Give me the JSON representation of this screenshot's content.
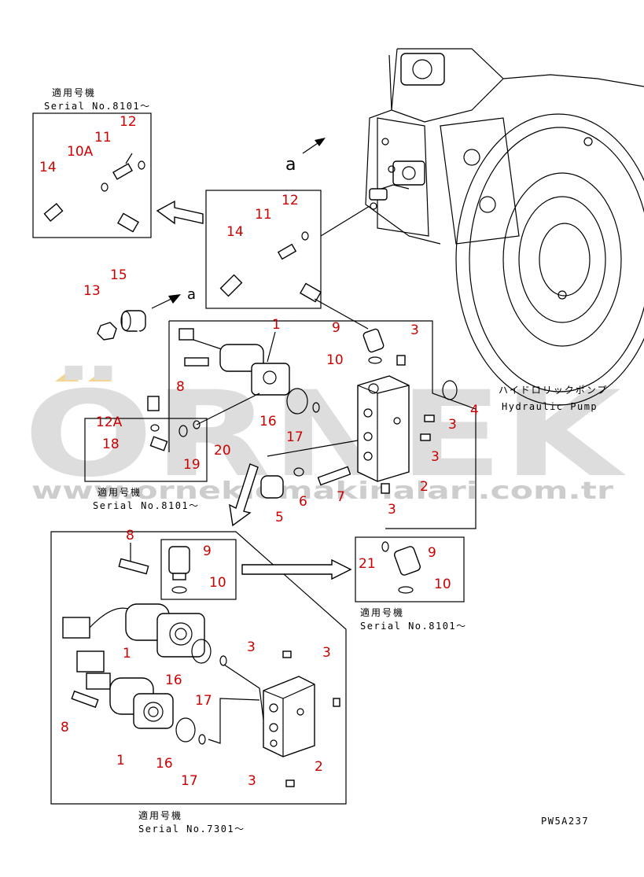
{
  "drawing_code": "PW5A237",
  "direction_label": "a",
  "pump_label_jp": "ハイドロリックポンプ",
  "pump_label_en": "Hydraulic Pump",
  "watermark": {
    "brand": "ÖRNEK",
    "url": "www.ornekiomakinalari.com.tr",
    "brand_color": "#d9d9d9",
    "accent_color": "#f2d28a"
  },
  "serial_notes": {
    "top_left": {
      "jp": "適用号機",
      "serial": "Serial No.8101～"
    },
    "middle_left": {
      "jp": "適用号機",
      "serial": "Serial No.8101～"
    },
    "right": {
      "jp": "適用号機",
      "serial": "Serial No.8101～"
    },
    "bottom": {
      "jp": "適用号機",
      "serial": "Serial No.7301～"
    }
  },
  "callouts": {
    "tl_12": "12",
    "tl_11": "11",
    "tl_10A": "10A",
    "tl_14": "14",
    "d_12": "12",
    "d_11": "11",
    "d_14": "14",
    "c_15": "15",
    "c_13": "13",
    "c_1": "1",
    "c_9": "9",
    "c_3a": "3",
    "c_10": "10",
    "c_8": "8",
    "c_4": "4",
    "c_3b": "3",
    "c_3c": "3",
    "c_16": "16",
    "c_17": "17",
    "c_2": "2",
    "c_3d": "3",
    "c_5": "5",
    "c_6": "6",
    "c_7": "7",
    "ml_12A": "12A",
    "ml_18": "18",
    "ml_19": "19",
    "ml_20": "20",
    "b_8": "8",
    "b_9": "9",
    "b_10": "10",
    "b_1a": "1",
    "b_3a": "3",
    "b_3b": "3",
    "b_16a": "16",
    "b_17a": "17",
    "b_8b": "8",
    "b_1b": "1",
    "b_16b": "16",
    "b_17b": "17",
    "b_2": "2",
    "b_3c": "3",
    "r_21": "21",
    "r_9": "9",
    "r_10": "10"
  }
}
